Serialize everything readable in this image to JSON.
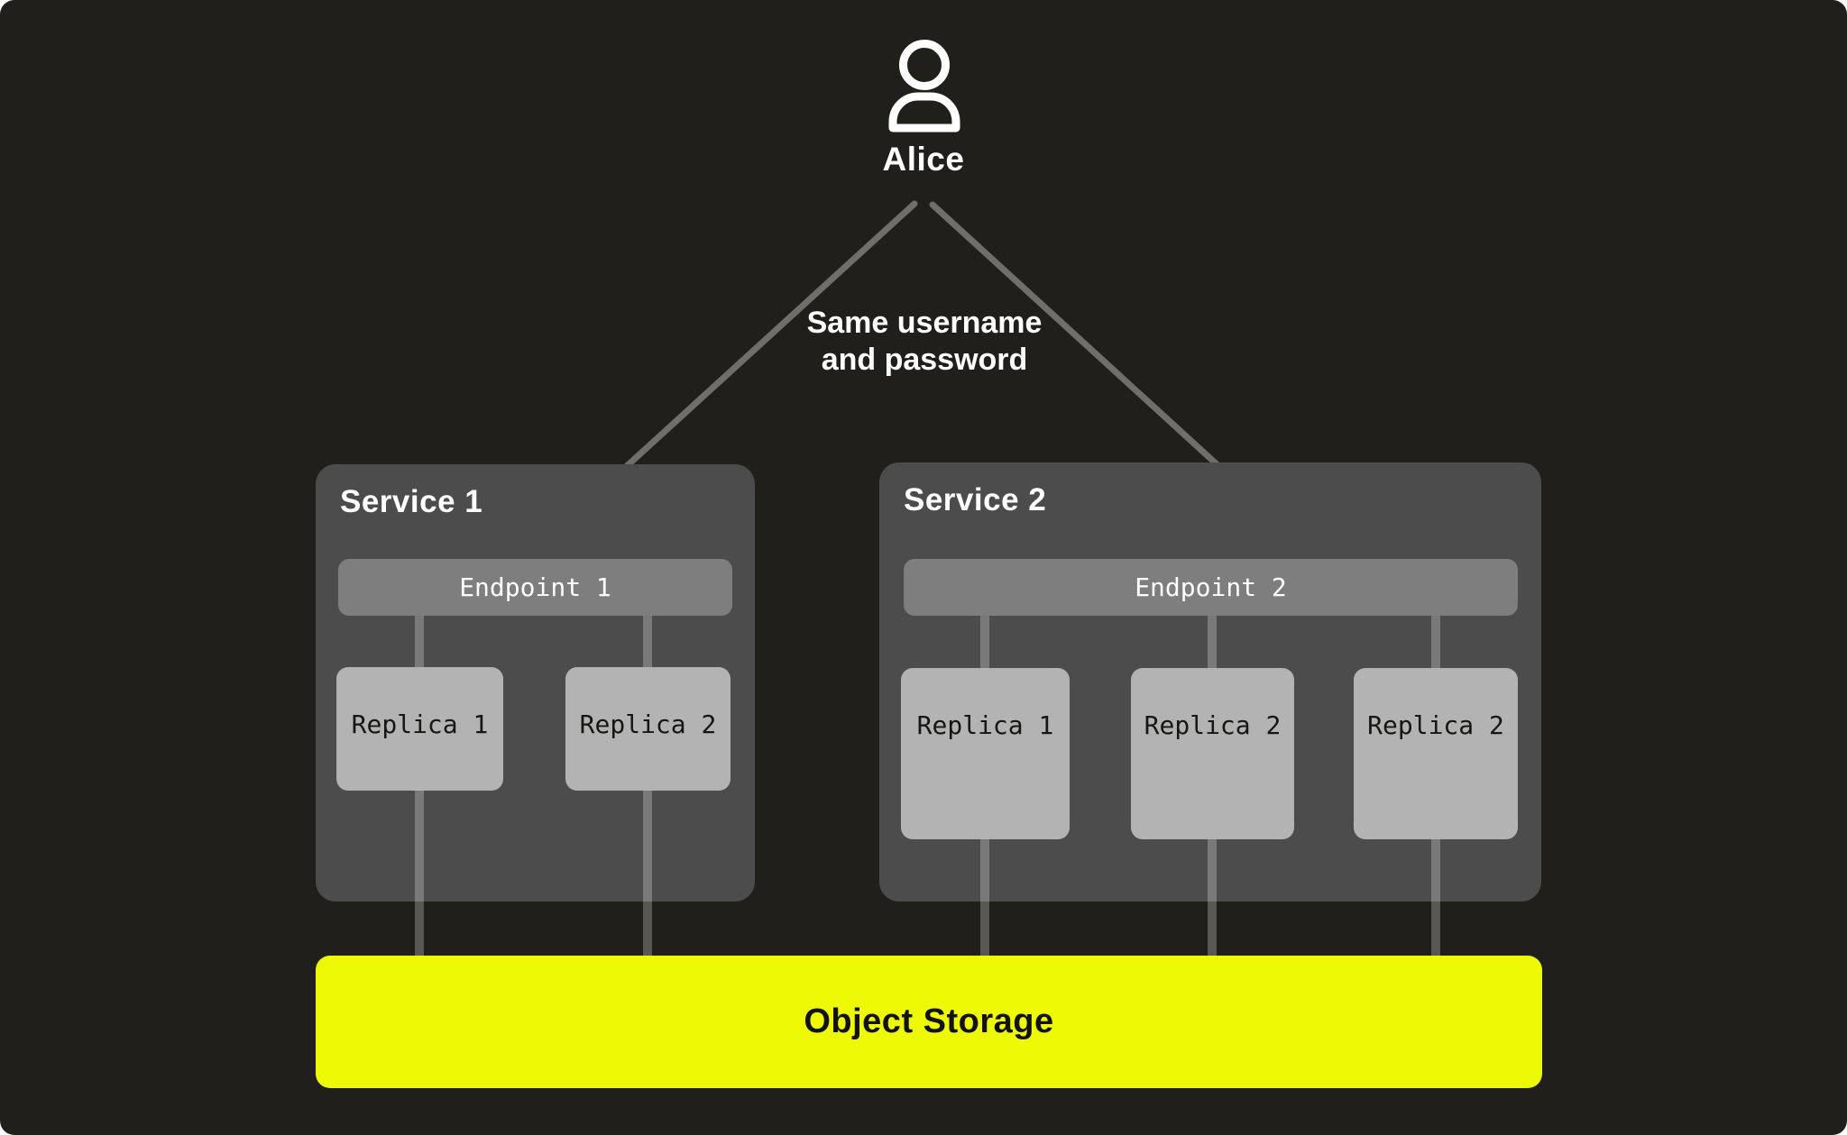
{
  "user": {
    "name": "Alice",
    "icon": "person-icon"
  },
  "annotation": {
    "line1": "Same username",
    "line2": "and password"
  },
  "services": [
    {
      "title": "Service 1",
      "endpoint": "Endpoint 1",
      "replicas": [
        "Replica 1",
        "Replica 2"
      ]
    },
    {
      "title": "Service 2",
      "endpoint": "Endpoint 2",
      "replicas": [
        "Replica 1",
        "Replica 2",
        "Replica 2"
      ]
    }
  ],
  "storage": {
    "label": "Object Storage"
  },
  "colors": {
    "background": "#201F1B",
    "service_box": "#4C4C4C",
    "endpoint_bar": "#7E7E7E",
    "replica_box": "#B3B3B3",
    "storage_accent": "#EDF905",
    "arrow": "#6F6E6A",
    "text_light": "#FFFFFF",
    "text_dark": "#161613"
  }
}
